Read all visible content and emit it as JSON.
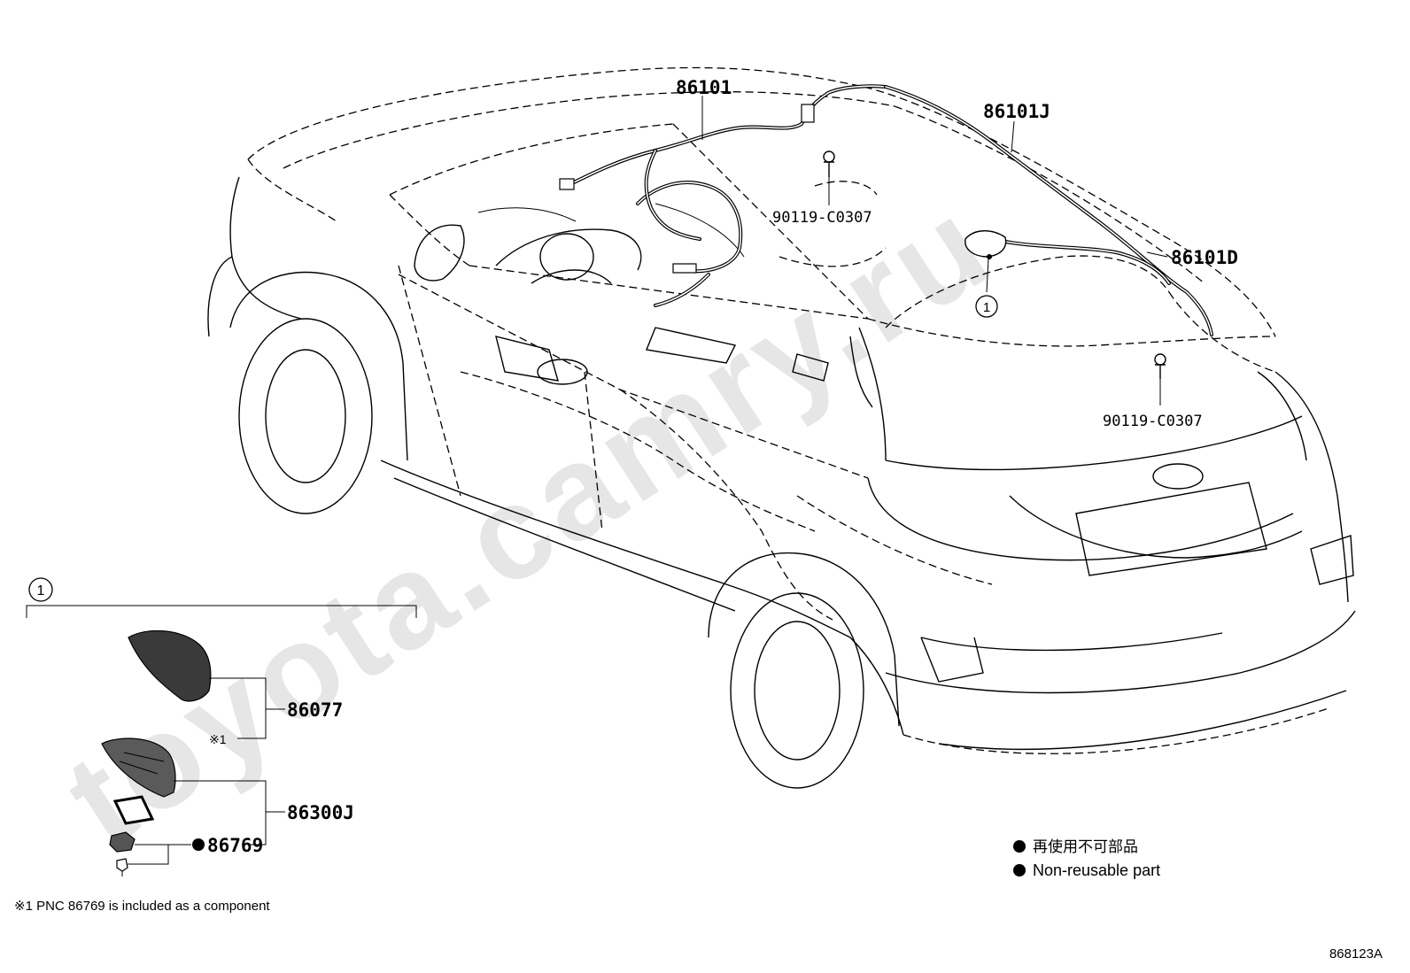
{
  "watermark": "toyota.camry.ru",
  "parts": {
    "p86101": "86101",
    "p86101J": "86101J",
    "p86101D": "86101D",
    "screw_top": "90119-C0307",
    "screw_rear": "90119-C0307",
    "p86077": "86077",
    "p86300J": "86300J",
    "p86769": "86769"
  },
  "callout_ref": "1",
  "detail_ref": "1",
  "note_marker": "※1",
  "legend": {
    "jp": "再使用不可部品",
    "en": "Non-reusable part"
  },
  "footnote": "※1 PNC 86769 is included as a component",
  "diagram_id": "868123A"
}
